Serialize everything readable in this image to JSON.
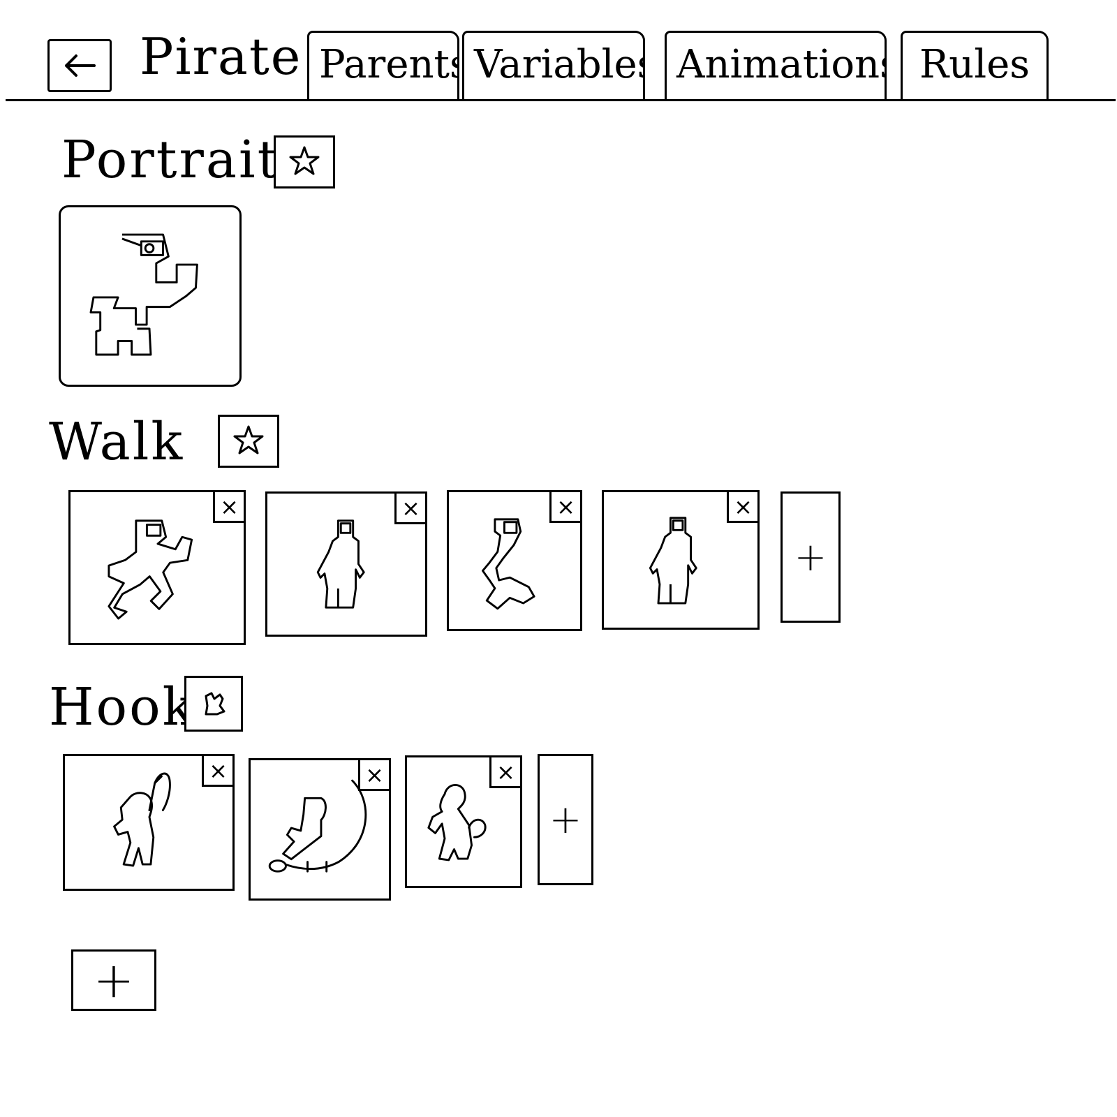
{
  "header": {
    "back_symbol": "←",
    "title": "Pirate",
    "tabs": [
      {
        "label": "Parents"
      },
      {
        "label": "Variables"
      },
      {
        "label": "Animations"
      },
      {
        "label": "Rules"
      }
    ],
    "active_tab": "Animations"
  },
  "sections": {
    "portrait": {
      "title": "Portrait",
      "star_icon": "star-icon",
      "frame_count": 1
    },
    "walk": {
      "title": "Walk",
      "star_icon": "star-icon",
      "frame_count": 4
    },
    "hook": {
      "title": "Hook",
      "star_icon": "hand-icon",
      "frame_count": 3
    }
  },
  "glyphs": {
    "close": "×",
    "add": "+"
  }
}
